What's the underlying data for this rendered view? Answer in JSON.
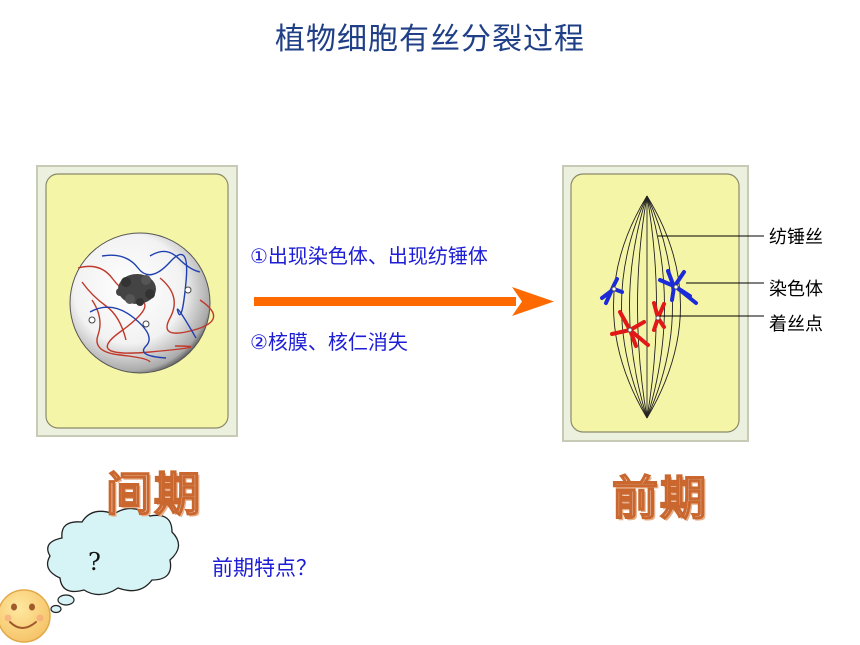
{
  "title": "植物细胞有丝分裂过程",
  "steps": [
    "①出现染色体、出现纺锤体",
    "②核膜、核仁消失"
  ],
  "stages": {
    "interphase": "间期",
    "prophase": "前期"
  },
  "labels": {
    "spindle": "纺锤丝",
    "chromosome": "染色体",
    "centromere": "着丝点"
  },
  "thought_bubble": "?",
  "question": "前期特点？",
  "colors": {
    "title": "#1f3f86",
    "text_blue": "#1d1dd6",
    "arrow": "#ff6a00",
    "cell_fill": "#f5f5a8",
    "chromosome_blue": "#1c2bd8",
    "chromosome_red": "#e21818"
  }
}
